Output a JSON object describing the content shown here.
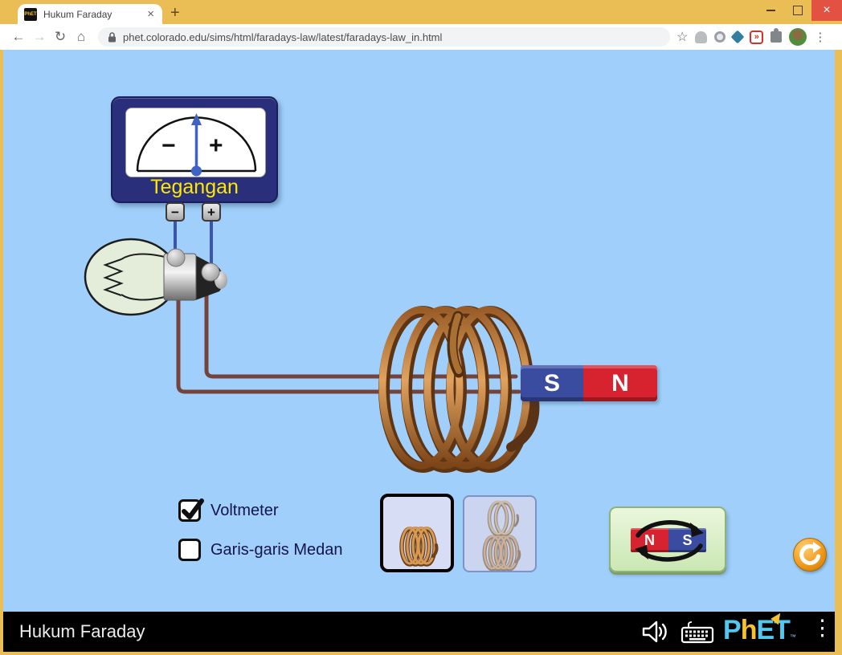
{
  "browser": {
    "tab_title": "Hukum Faraday",
    "tab_close": "×",
    "new_tab": "+",
    "url": "phet.colorado.edu/sims/html/faradays-law/latest/faradays-law_in.html",
    "controls": {
      "close": "×"
    },
    "icons": {
      "back": "←",
      "forward": "→",
      "reload": "↻",
      "home": "⌂",
      "star": "☆",
      "menu": "⋮",
      "ext_ff": "»"
    }
  },
  "sim": {
    "voltmeter": {
      "label": "Tegangan",
      "minus": "−",
      "plus": "+"
    },
    "terminals": {
      "minus": "−",
      "plus": "+"
    },
    "magnet": {
      "s": "S",
      "n": "N"
    },
    "checkboxes": [
      {
        "label": "Voltmeter",
        "checked": true
      },
      {
        "label": "Garis-garis Medan",
        "checked": false
      }
    ],
    "flip_magnet": {
      "n": "N",
      "s": "S"
    }
  },
  "bottom_bar": {
    "title": "Hukum Faraday",
    "logo_p": "P",
    "logo_h": "h",
    "logo_et": "ET",
    "logo_tm": "™",
    "menu": "⋮"
  },
  "colors": {
    "frame_yellow": "#EABD55",
    "sim_bg": "#9FCFFA",
    "voltmeter_navy": "#2A2F7C",
    "label_yellow": "#FFE800",
    "needle_blue": "#3E63C4",
    "magnet_blue": "#3A4C9F",
    "magnet_red": "#D6232F",
    "copper": "#C2813E",
    "wire_brown": "#74443C",
    "flip_green": "#CBE7B4",
    "reset_orange": "#F29B1D"
  }
}
